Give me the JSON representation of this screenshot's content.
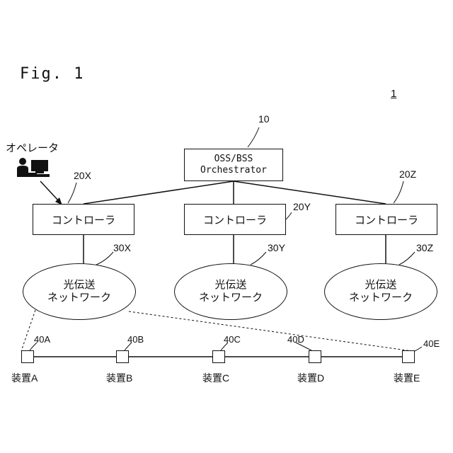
{
  "figure": {
    "title": "Fig. 1",
    "system_ref": "1"
  },
  "operator": {
    "label": "オペレータ"
  },
  "orchestrator": {
    "ref": "10",
    "line1": "OSS/BSS",
    "line2": "Orchestrator"
  },
  "controllers": [
    {
      "ref": "20X",
      "label": "コントローラ"
    },
    {
      "ref": "20Y",
      "label": "コントローラ"
    },
    {
      "ref": "20Z",
      "label": "コントローラ"
    }
  ],
  "networks": [
    {
      "ref": "30X",
      "line1": "光伝送",
      "line2": "ネットワーク"
    },
    {
      "ref": "30Y",
      "line1": "光伝送",
      "line2": "ネットワーク"
    },
    {
      "ref": "30Z",
      "line1": "光伝送",
      "line2": "ネットワーク"
    }
  ],
  "devices": [
    {
      "ref": "40A",
      "name": "装置A"
    },
    {
      "ref": "40B",
      "name": "装置B"
    },
    {
      "ref": "40C",
      "name": "装置C"
    },
    {
      "ref": "40D",
      "name": "装置D"
    },
    {
      "ref": "40E",
      "name": "装置E"
    }
  ]
}
